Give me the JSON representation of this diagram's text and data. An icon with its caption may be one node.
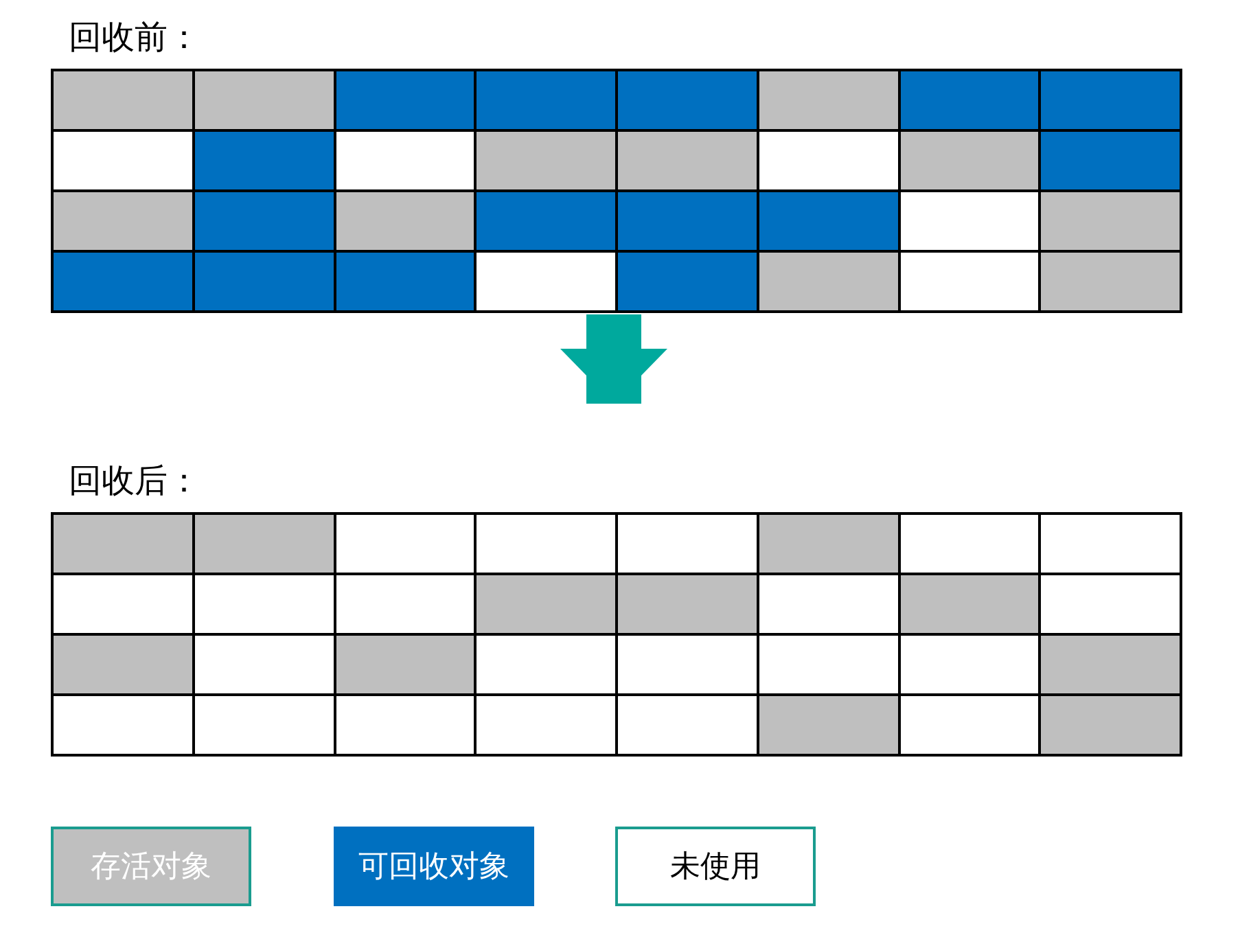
{
  "diagram": {
    "nodes": [
      {
        "text": [
          "回收前："
        ]
      },
      {
        "text": [
          "回收后："
        ]
      }
    ],
    "edges": [
      {
        "from": 0,
        "to": 1,
        "arrow": "to"
      }
    ],
    "legend": [
      {
        "text": "存活对象",
        "color": "#bfbfbf"
      },
      {
        "text": "可回收对象",
        "color": "#0070c0"
      },
      {
        "text": "未使用",
        "color": "#ffffff"
      }
    ]
  }
}
